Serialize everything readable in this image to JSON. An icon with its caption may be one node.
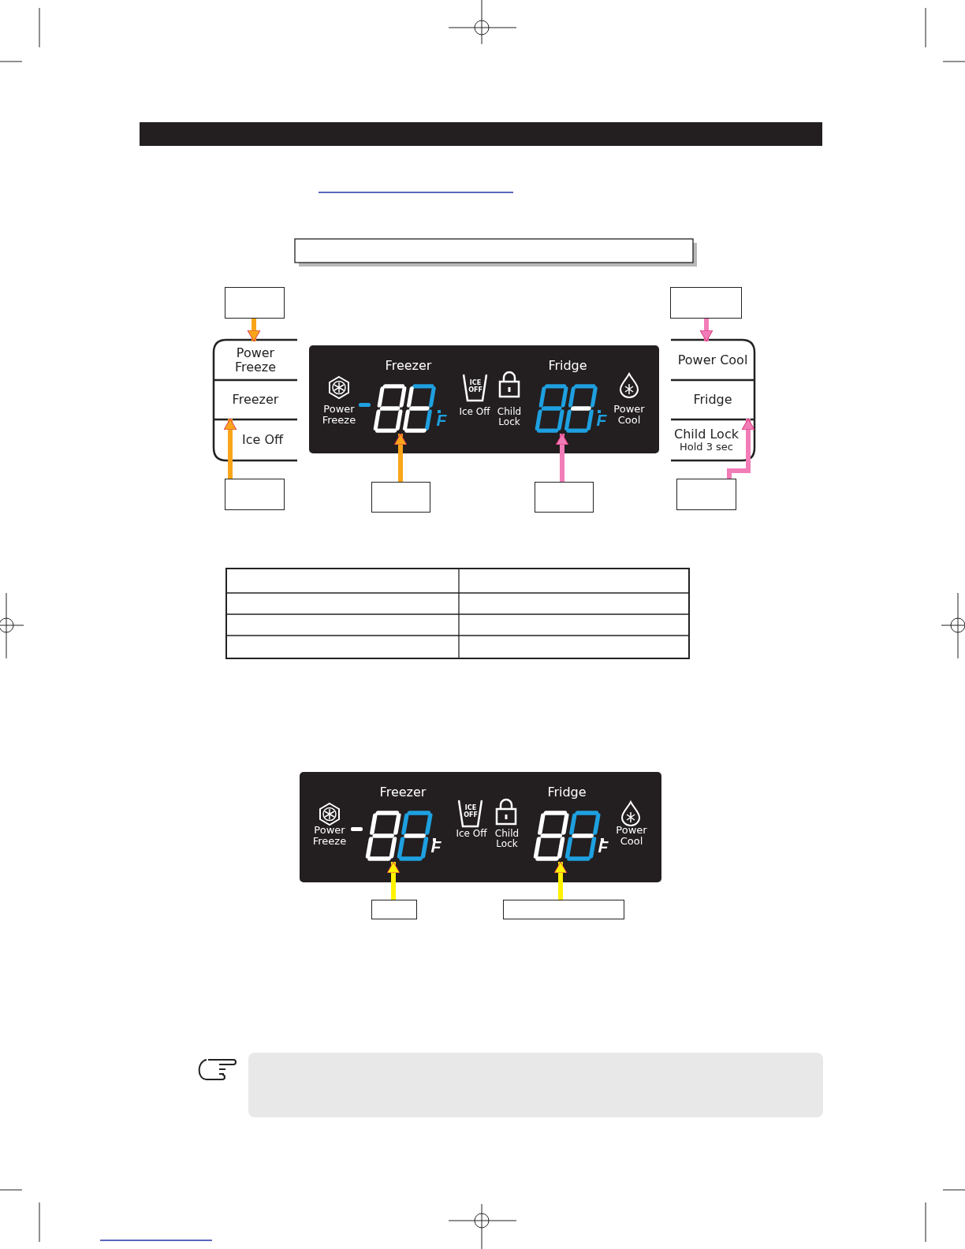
{
  "diagram": {
    "nodes": [
      {
        "text": [],
        "shape": "box"
      },
      {
        "text": [],
        "shape": "box"
      },
      {
        "text": [
          "Power Freeze"
        ]
      },
      {
        "text": [
          "Freezer"
        ]
      },
      {
        "text": [
          "Ice Off"
        ]
      },
      {
        "text": [
          "Power Cool"
        ]
      },
      {
        "text": [
          "Fridge"
        ]
      },
      {
        "text": [
          "Child Lock",
          "Hold 3 sec"
        ]
      },
      {
        "text": [],
        "shape": "display",
        "beside": [
          "F"
        ]
      },
      {
        "text": [],
        "shape": "display",
        "beside": [
          "F"
        ]
      },
      {
        "text": [],
        "shape": "box"
      },
      {
        "text": [],
        "shape": "box"
      },
      {
        "text": [],
        "shape": "box"
      },
      {
        "text": [],
        "shape": "box"
      },
      {
        "text": [],
        "shape": "display",
        "beside": [
          "F"
        ]
      },
      {
        "text": [],
        "shape": "display",
        "beside": [
          "F"
        ]
      },
      {
        "text": [],
        "shape": "box"
      },
      {
        "text": [],
        "shape": "box"
      },
      {
        "text": [],
        "shape": "bar"
      }
    ],
    "edges": [
      {
        "from": 0,
        "to": 2,
        "arrow": "to",
        "color": "#f9a51a"
      },
      {
        "from": 10,
        "to": 3,
        "arrow": "to",
        "color": "#f9a51a"
      },
      {
        "from": 11,
        "to": 8,
        "arrow": "to",
        "color": "#f9a51a"
      },
      {
        "from": 12,
        "to": 9,
        "arrow": "to",
        "color": "#f27cb8"
      },
      {
        "from": 1,
        "to": 5,
        "arrow": "to",
        "color": "#f27cb8"
      },
      {
        "from": 13,
        "to": 6,
        "arrow": "to",
        "color": "#f27cb8"
      },
      {
        "from": 16,
        "to": 14,
        "arrow": "to",
        "color": "#fff200"
      },
      {
        "from": 17,
        "to": 15,
        "arrow": "to",
        "color": "#fff200"
      }
    ],
    "labels": [
      "Freezer",
      "Fridge",
      "ICE OFF",
      "Power Freeze",
      "Ice Off",
      "Child Lock",
      "Power Cool",
      "Freezer",
      "Fridge",
      "ICE OFF",
      "Power Freeze",
      "Ice Off",
      "Child Lock",
      "Power Cool"
    ]
  }
}
